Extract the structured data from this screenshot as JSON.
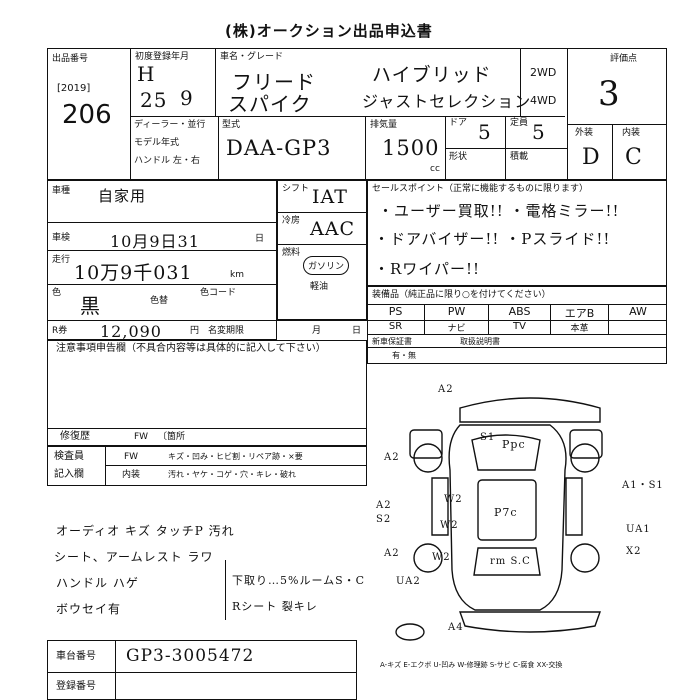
{
  "header": {
    "title": "(株)オークション出品申込書"
  },
  "lot": {
    "label": "出品番号",
    "year": "[2019]",
    "number": "206"
  },
  "first_reg": {
    "label": "初度登録年月",
    "era": "H",
    "year": "25",
    "month": "9"
  },
  "model": {
    "label": "車名・グレード",
    "name_line1": "フリード",
    "name_line2": "スパイク",
    "grade_line1": "ハイブリッド",
    "grade_line2": "ジャストセレクション",
    "drive_2wd": "2WD",
    "drive_4wd": "4WD"
  },
  "grade": {
    "label": "評価点",
    "value": "3",
    "ext_label": "外装",
    "int_label": "内装",
    "ext_value": "D",
    "int_value": "C"
  },
  "dealer_block": {
    "dealer": "ディーラー・並行",
    "model_year": "モデル年式",
    "handle": "ハンドル 左・右"
  },
  "type": {
    "label": "型式",
    "value": "DAA-GP3"
  },
  "displacement": {
    "label": "排気量",
    "value": "1500",
    "unit": "cc"
  },
  "doors": {
    "label": "ドア",
    "value": "5"
  },
  "capacity": {
    "label": "定員",
    "value": "5"
  },
  "shape_label": "形状",
  "load_label": "積載",
  "car_info": {
    "usage_label": "車種",
    "usage_value": "自家用",
    "inspection_label": "車検",
    "inspection_value": "10月9日31",
    "inspection_suffix": "日",
    "mileage_label": "走行",
    "mileage_value": "10万9千031",
    "mileage_unit": "km",
    "color_label": "色",
    "color_value": "黒",
    "color_change_label": "色替",
    "color_code_label": "色コード",
    "recycle_label": "R券",
    "recycle_value": "12,090",
    "recycle_unit": "円",
    "deadline_label": "名変期限",
    "deadline_month": "月",
    "deadline_day": "日"
  },
  "shift": {
    "label": "シフト",
    "value": "IAT"
  },
  "ac": {
    "label": "冷房",
    "value": "AAC"
  },
  "fuel": {
    "label": "燃料",
    "value": "ガソリン",
    "oil_label": "軽油"
  },
  "sales_points": {
    "label": "セールスポイント（正常に機能するものに限ります）",
    "lines": [
      "・ユーザー買取!! ・電格ミラー!!",
      "・ドアバイザー!! ・Pスライド!!",
      "・Rワイパー!!"
    ]
  },
  "equipment": {
    "label": "装備品（純正品に限り○を付けてください）",
    "row1": [
      "PS",
      "PW",
      "ABS",
      "エアB",
      "AW"
    ],
    "row2": [
      "SR",
      "ナビ",
      "TV",
      "本革"
    ]
  },
  "new_car_warranty": {
    "label": "新車保証書",
    "value": "有・無",
    "extra": "取扱説明書"
  },
  "notes_label": "注意事項申告欄（不具合内容等は具体的に記入して下さい）",
  "repair": {
    "label": "修復歴",
    "fw": "FW",
    "location": "〔箇所"
  },
  "inspector": {
    "label1": "検査員",
    "label2": "記入欄",
    "row1_label": "FW",
    "row1_items": "キズ・凹み・ヒビ割・リペア跡・×要",
    "row2_label": "内装",
    "row2_items": "汚れ・ヤケ・コゲ・穴・キレ・破れ"
  },
  "handwritten_notes": [
    "オーディオ キズ タッチP 汚れ",
    "シート、アームレスト ラワ",
    "ハンドル ハゲ",
    "ボウセイ有"
  ],
  "interior_notes": [
    "下取り…5%ルームS・C",
    "Rシート 裂キレ"
  ],
  "diagram_marks": {
    "a2_top": "A2",
    "a2_left": "A2",
    "a2_mid": "A2",
    "s2": "S2",
    "a2_lower": "A2",
    "ua2": "UA2",
    "a4": "A4",
    "s1": "S1",
    "ppc": "Ppc",
    "a1s1": "A1・S1",
    "ua1": "UA1",
    "x2": "X2",
    "w2a": "W2",
    "w2b": "W2",
    "ptc": "P7c",
    "rmsc": "rm S.C",
    "w2c": "W2"
  },
  "legend": "A-キズ E-エクボ U-凹み W-修理跡 S-サビ C-腐食 XX-交換",
  "chassis": {
    "label": "車台番号",
    "value": "GP3-3005472"
  },
  "registration": {
    "label": "登録番号"
  }
}
